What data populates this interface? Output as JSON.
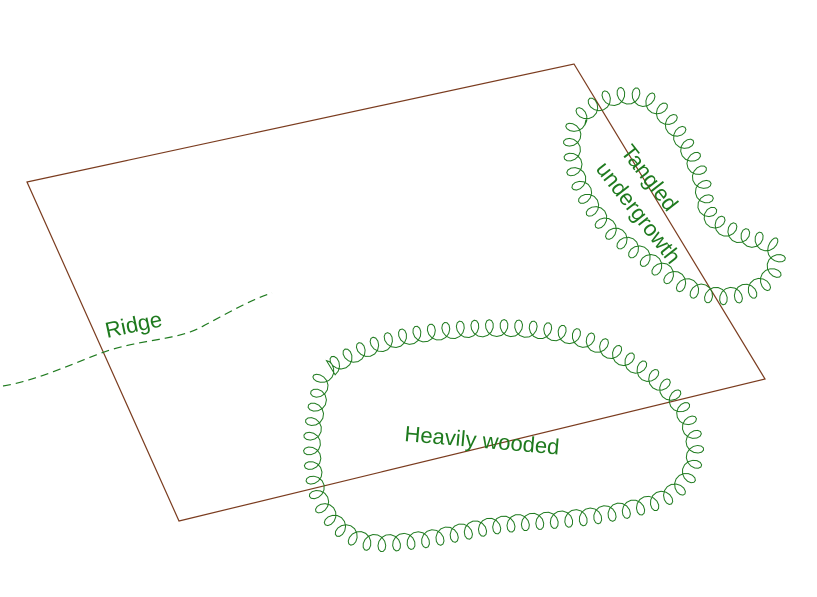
{
  "colors": {
    "boundary": "#7a3b1e",
    "vegetation": "#1e7a1e",
    "ridge": "#1e7a1e",
    "background": "#ffffff"
  },
  "labels": {
    "ridge": "Ridge",
    "wooded": "Heavily wooded",
    "undergrowth_line1": "Tangled",
    "undergrowth_line2": "undergrowth"
  },
  "symbols": {
    "vegetation_border": "scalloped-loop-line",
    "ridge_line": "dashed-line",
    "site_boundary": "thin-solid-line"
  }
}
